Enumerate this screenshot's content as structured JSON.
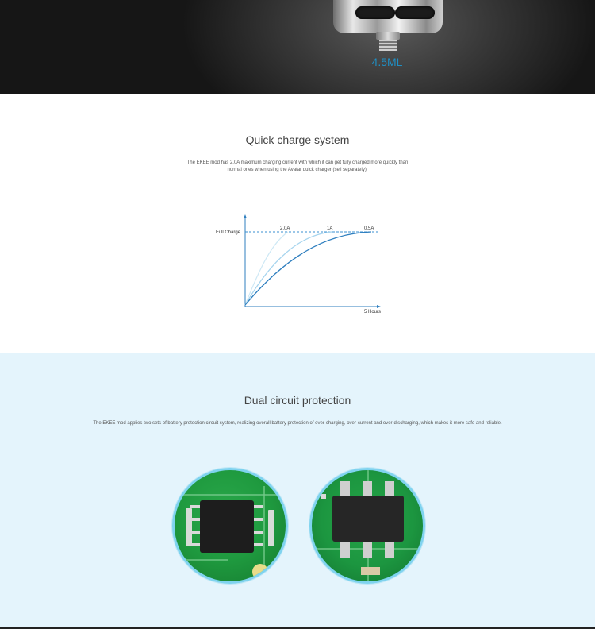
{
  "hero": {
    "capacity": "4.5ML"
  },
  "quick_charge": {
    "title": "Quick charge system",
    "description_line1": "The EKEE mod has 2.0A maximum charging current with which it can get fully charged more quickly than",
    "description_line2": "normal ones when using the Avatar quick charger (sell separately).",
    "chart_data": {
      "type": "line",
      "ylabel": "Full Charge",
      "xlabel": "5 Hours",
      "series": [
        {
          "name": "2.0A",
          "values": []
        },
        {
          "name": "1A",
          "values": []
        },
        {
          "name": "0.5A",
          "values": []
        }
      ],
      "colors": {
        "axis": "#2f7fbf",
        "full_line": "#3a8fd0",
        "s20": "#cde8f5",
        "s1": "#a6d4ee",
        "s05": "#2f7fbf"
      }
    }
  },
  "dual_circuit": {
    "title": "Dual circuit protection",
    "description": "The EKEE mod applies two sets of battery protection circuit system, realizing overall battery protection of over-charging, over-current and over-discharging, which makes it more safe and reliable.",
    "background_color": "#e4f4fc",
    "ring_color": "#7fd3ef"
  }
}
